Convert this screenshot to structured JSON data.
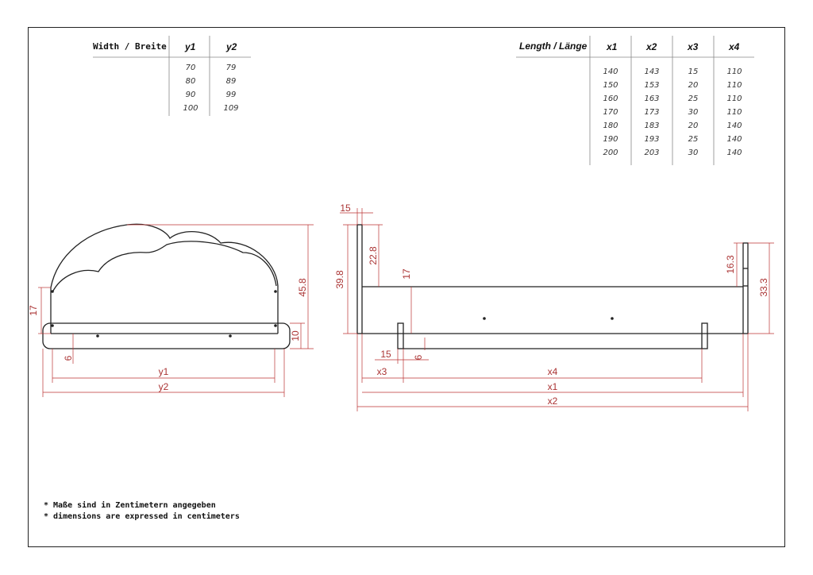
{
  "width_table": {
    "header": "Width / Breite",
    "columns": [
      "y1",
      "y2"
    ],
    "rows": [
      [
        "70",
        "79"
      ],
      [
        "80",
        "89"
      ],
      [
        "90",
        "99"
      ],
      [
        "100",
        "109"
      ]
    ]
  },
  "length_table": {
    "header": "Length / Länge",
    "columns": [
      "x1",
      "x2",
      "x3",
      "x4"
    ],
    "rows": [
      [
        "140",
        "143",
        "15",
        "110"
      ],
      [
        "150",
        "153",
        "20",
        "110"
      ],
      [
        "160",
        "163",
        "25",
        "110"
      ],
      [
        "170",
        "173",
        "30",
        "110"
      ],
      [
        "180",
        "183",
        "20",
        "140"
      ],
      [
        "190",
        "193",
        "25",
        "140"
      ],
      [
        "200",
        "203",
        "30",
        "140"
      ]
    ]
  },
  "front_view": {
    "dims": {
      "h_total": "45.8",
      "h_side": "17",
      "h_bottom": "10",
      "gap": "6",
      "y1": "y1",
      "y2": "y2"
    }
  },
  "side_view": {
    "dims": {
      "top_thick": "15",
      "head_total": "39.8",
      "head_upper": "22.8",
      "side_gap": "17",
      "foot_upper": "16.3",
      "foot_total": "33.3",
      "leg_w": "15",
      "leg_gap": "6",
      "x3": "x3",
      "x4": "x4",
      "x1": "x1",
      "x2": "x2"
    }
  },
  "notes": [
    "* Maße sind in Zentimetern angegeben",
    "* dimensions are expressed in centimeters"
  ],
  "colors": {
    "line": "#222222",
    "dimension": "#aa3333"
  }
}
